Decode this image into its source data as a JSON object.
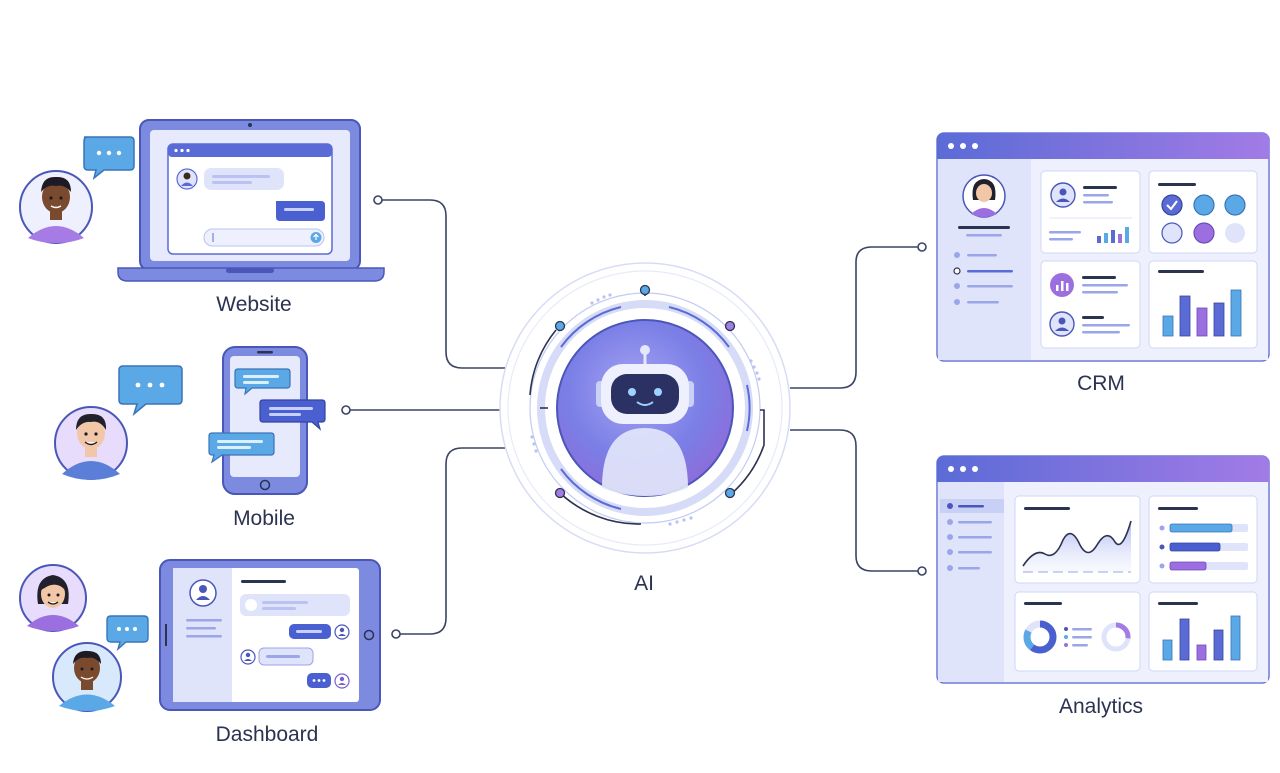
{
  "diagram": {
    "nodes": {
      "website": "Website",
      "mobile": "Mobile",
      "dashboard": "Dashboard",
      "ai": "AI",
      "crm": "CRM",
      "analytics": "Analytics"
    },
    "icons": {
      "website": "laptop-chat-icon",
      "mobile": "phone-chat-icon",
      "dashboard": "tablet-chat-icon",
      "ai": "robot-icon",
      "crm": "crm-window-icon",
      "analytics": "analytics-window-icon"
    },
    "colors": {
      "primary": "#5b6bd6",
      "light": "#dfe4fb",
      "accent_blue": "#5aa8e6",
      "accent_purple": "#9b6fe0",
      "line": "#3a4366"
    }
  }
}
